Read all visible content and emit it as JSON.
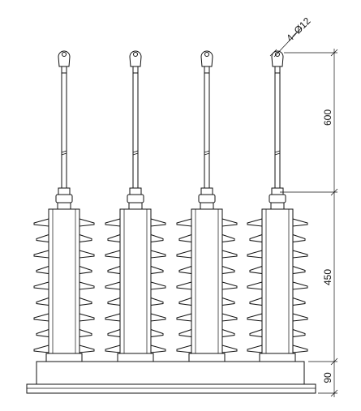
{
  "diagram": {
    "dimensions": {
      "hole_spec": "4–Ø12",
      "rod_height": "600",
      "insulator_height": "450",
      "base_height": "90"
    },
    "units": [
      {
        "id": "unit-1"
      },
      {
        "id": "unit-2"
      },
      {
        "id": "unit-3"
      },
      {
        "id": "unit-4"
      }
    ],
    "colors": {
      "line": "#111111",
      "background": "#ffffff"
    }
  }
}
